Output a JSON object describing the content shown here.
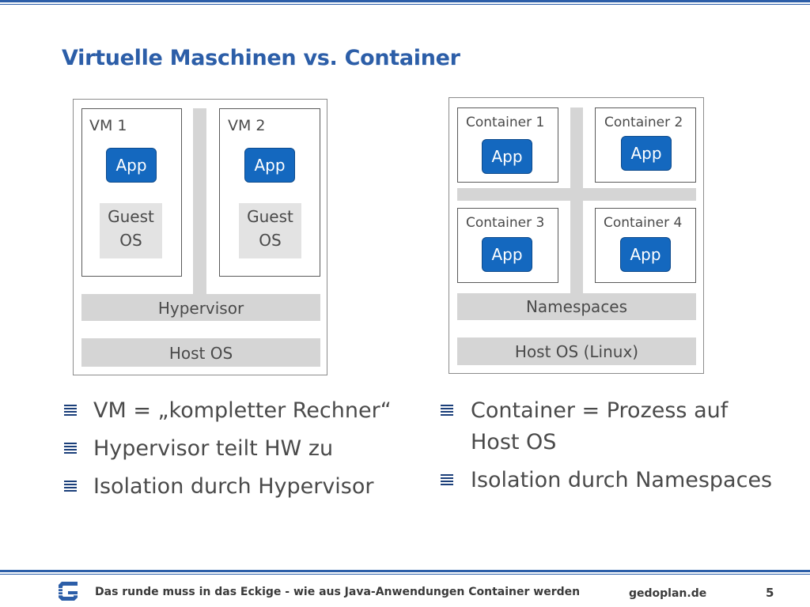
{
  "slide": {
    "title": "Virtuelle Maschinen vs. Container",
    "page_number": "5"
  },
  "vm_diagram": {
    "vms": [
      {
        "label": "VM 1",
        "app": "App",
        "guest_os_line1": "Guest",
        "guest_os_line2": "OS"
      },
      {
        "label": "VM 2",
        "app": "App",
        "guest_os_line1": "Guest",
        "guest_os_line2": "OS"
      }
    ],
    "hypervisor": "Hypervisor",
    "host_os": "Host OS"
  },
  "container_diagram": {
    "containers": [
      {
        "label": "Container 1",
        "app": "App"
      },
      {
        "label": "Container 2",
        "app": "App"
      },
      {
        "label": "Container 3",
        "app": "App"
      },
      {
        "label": "Container 4",
        "app": "App"
      }
    ],
    "namespaces": "Namespaces",
    "host_os": "Host OS (Linux)"
  },
  "bullets_left": [
    "VM = „kompletter Rechner“",
    "Hypervisor teilt HW zu",
    "Isolation durch Hypervisor"
  ],
  "bullets_right": [
    {
      "line1": "Container = Prozess auf",
      "line2": "Host OS"
    },
    {
      "line1": "Isolation durch Namespaces"
    }
  ],
  "footer": {
    "tagline": "Das runde muss in das Eckige - wie aus Java-Anwendungen Container werden",
    "website": "gedoplan.de",
    "logo_icon": "gedoplan-g-logo-icon"
  },
  "colors": {
    "accent": "#2c5ea8",
    "app_blue": "#1468bf",
    "bar_gray": "#d5d5d5"
  }
}
